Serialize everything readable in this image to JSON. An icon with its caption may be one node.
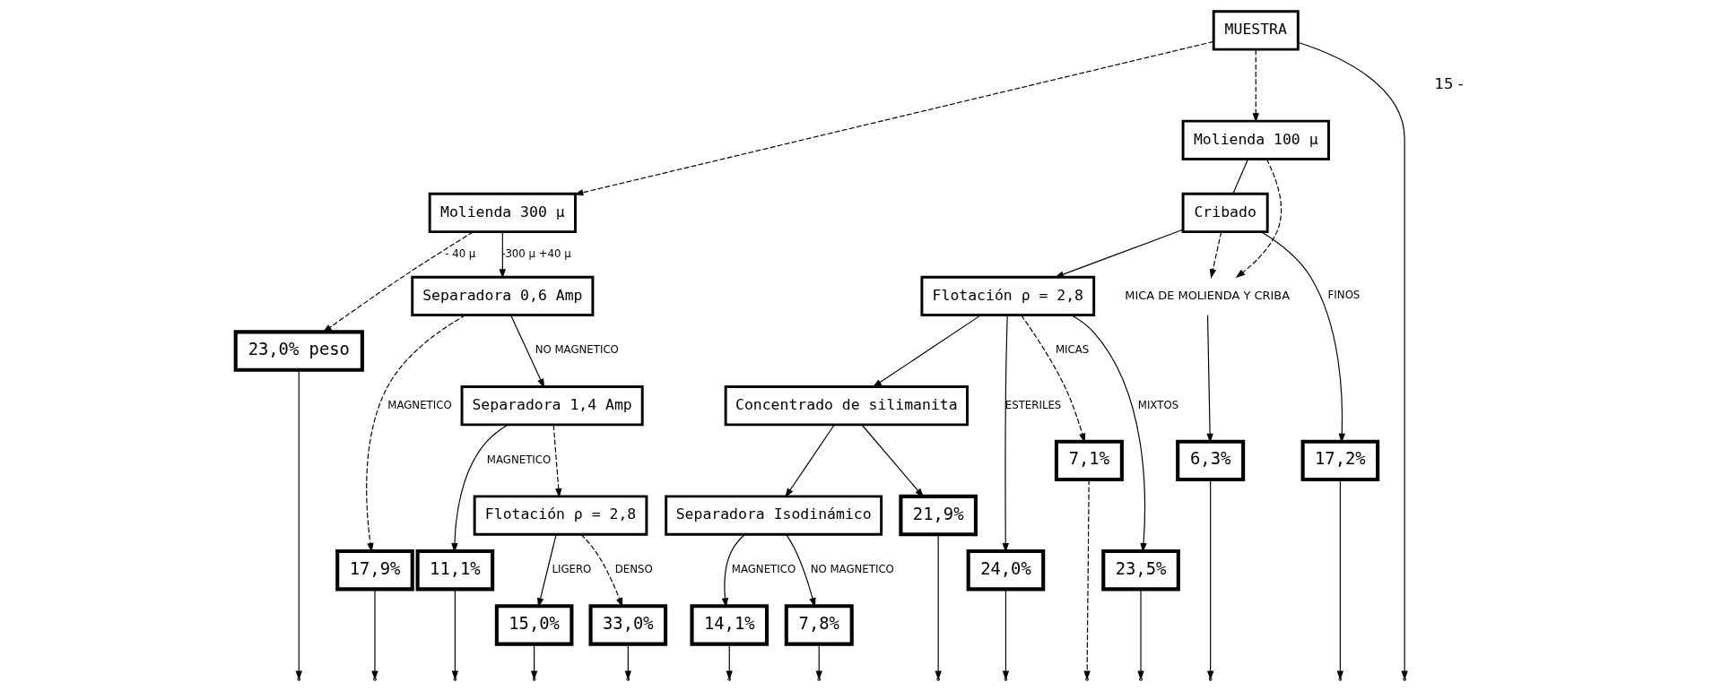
{
  "diagram": {
    "nodes": [
      {
        "text": [
          "MUESTRA"
        ]
      },
      {
        "text": [
          "Molienda 300 µ"
        ]
      },
      {
        "text": [
          "Separadora 1,4 Amp"
        ]
      },
      {
        "text": [
          "Molienda 100 µ"
        ]
      },
      {
        "text": [
          "Cribado"
        ]
      },
      {
        "text": [
          "Flotación ρ = 2,8"
        ]
      },
      {
        "text": [
          "Separadora 0,6 Amp"
        ]
      },
      {
        "text": [
          "Flotación ρ = 2,8"
        ]
      },
      {
        "text": [
          "MICA DE MOLIENDA Y CRIBA"
        ]
      },
      {
        "text": [
          "Concentrado de silimanita"
        ]
      },
      {
        "text": [
          "Separadora Isodinámico"
        ]
      },
      {
        "text": [
          "23,0% peso"
        ]
      },
      {
        "text": [
          "11,1%"
        ]
      },
      {
        "text": [
          "33,0%"
        ]
      },
      {
        "text": [
          "17,2%"
        ]
      },
      {
        "text": [
          "24,0%"
        ]
      },
      {
        "text": [
          "17,9%"
        ]
      },
      {
        "text": [
          "15,0%"
        ]
      },
      {
        "text": [
          "6,3%"
        ]
      },
      {
        "text": [
          "7,1%"
        ]
      },
      {
        "text": [
          "23,5%"
        ]
      },
      {
        "text": [
          "21,9%"
        ]
      },
      {
        "text": [
          "14,1%"
        ]
      },
      {
        "text": [
          "7,8%"
        ]
      }
    ],
    "edges": [
      {
        "from": 0,
        "to": 1,
        "arrow": "to",
        "style": "dashed"
      },
      {
        "from": 0,
        "to": 3,
        "arrow": "to",
        "style": "dashed"
      },
      {
        "from": 0,
        "to": null,
        "arrow": "to"
      },
      {
        "from": 1,
        "to": 11,
        "arrow": "to",
        "label": "- 40 µ",
        "style": "dashed"
      },
      {
        "from": 1,
        "to": 6,
        "arrow": "to",
        "label": "-300 µ +40 µ"
      },
      {
        "from": 6,
        "to": 2,
        "arrow": "to",
        "label": "NO MAGNETICO"
      },
      {
        "from": 6,
        "to": 16,
        "arrow": "to",
        "label": "MAGNETICO",
        "style": "dashed"
      },
      {
        "from": 2,
        "to": 12,
        "arrow": "to",
        "label": "MAGNETICO"
      },
      {
        "from": 2,
        "to": 7,
        "arrow": "to",
        "style": "dashed"
      },
      {
        "from": 7,
        "to": 17,
        "arrow": "to",
        "label": "LIGERO"
      },
      {
        "from": 7,
        "to": 13,
        "arrow": "to",
        "label": "DENSO",
        "style": "dashed"
      },
      {
        "from": 3,
        "to": 4,
        "arrow": "none"
      },
      {
        "from": 3,
        "to": 8,
        "arrow": "to",
        "style": "dashed"
      },
      {
        "from": 4,
        "to": 8,
        "arrow": "to",
        "style": "dashed"
      },
      {
        "from": 8,
        "to": 18,
        "arrow": "to"
      },
      {
        "from": 4,
        "to": 14,
        "arrow": "to",
        "label": "FINOS"
      },
      {
        "from": 4,
        "to": 5,
        "arrow": "to"
      },
      {
        "from": 5,
        "to": 19,
        "arrow": "to",
        "label": "MICAS",
        "style": "dashed"
      },
      {
        "from": 5,
        "to": 15,
        "arrow": "to",
        "label": "ESTERILES"
      },
      {
        "from": 5,
        "to": 20,
        "arrow": "to",
        "label": "MIXTOS"
      },
      {
        "from": 5,
        "to": 9,
        "arrow": "to"
      },
      {
        "from": 9,
        "to": 21,
        "arrow": "to"
      },
      {
        "from": 9,
        "to": 10,
        "arrow": "to"
      },
      {
        "from": 10,
        "to": 22,
        "arrow": "to",
        "label": "MAGNETICO"
      },
      {
        "from": 10,
        "to": 23,
        "arrow": "to",
        "label": "NO MAGNETICO"
      },
      {
        "from": 11,
        "to": null,
        "arrow": "to"
      },
      {
        "from": 16,
        "to": null,
        "arrow": "to"
      },
      {
        "from": 12,
        "to": null,
        "arrow": "to"
      },
      {
        "from": 17,
        "to": null,
        "arrow": "to"
      },
      {
        "from": 13,
        "to": null,
        "arrow": "to"
      },
      {
        "from": 18,
        "to": null,
        "arrow": "to"
      },
      {
        "from": 14,
        "to": null,
        "arrow": "to"
      },
      {
        "from": 19,
        "to": null,
        "arrow": "to",
        "style": "dashed"
      },
      {
        "from": 15,
        "to": null,
        "arrow": "to"
      },
      {
        "from": 20,
        "to": null,
        "arrow": "to"
      },
      {
        "from": 21,
        "to": null,
        "arrow": "to"
      },
      {
        "from": 22,
        "to": null,
        "arrow": "to"
      },
      {
        "from": 23,
        "to": null,
        "arrow": "to"
      }
    ],
    "labels": [
      "15 -"
    ]
  }
}
